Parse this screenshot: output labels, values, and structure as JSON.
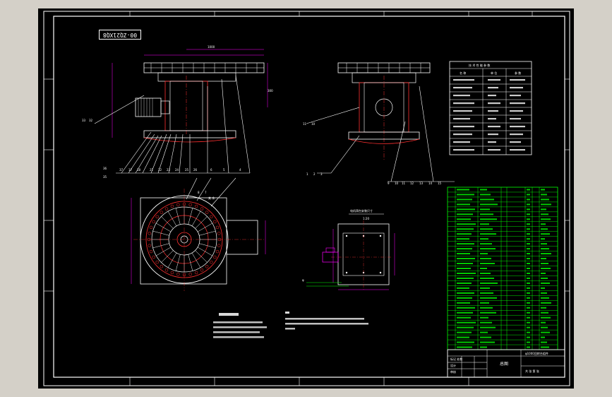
{
  "drawing": {
    "code_stamp": "00-ZQ21XQ8",
    "title_block_name": "φ1000回转台组件",
    "title_block_label": "总图",
    "section_label": "1:20",
    "section_title": "电机滑台安装尺寸"
  },
  "colors": {
    "background": "#000000",
    "frame": "#ffffff",
    "geometry_white": "#ffffff",
    "geometry_red": "#ff3030",
    "table_green": "#00ff00",
    "leader": "#00ffff",
    "dimension": "#ff00ff",
    "accent_yellow": "#ffff00"
  }
}
